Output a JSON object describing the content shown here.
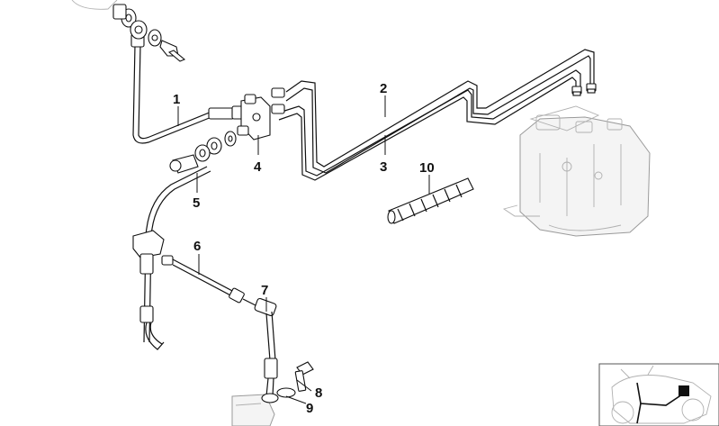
{
  "diagram": {
    "callouts": [
      {
        "id": "1",
        "label": "1"
      },
      {
        "id": "2",
        "label": "2"
      },
      {
        "id": "3",
        "label": "3"
      },
      {
        "id": "4",
        "label": "4"
      },
      {
        "id": "5",
        "label": "5"
      },
      {
        "id": "6",
        "label": "6"
      },
      {
        "id": "7",
        "label": "7"
      },
      {
        "id": "8",
        "label": "8"
      },
      {
        "id": "9",
        "label": "9"
      },
      {
        "id": "10",
        "label": "10"
      }
    ],
    "colors": {
      "line": "#111111",
      "ghost": "#9a9a9a",
      "background": "#ffffff"
    }
  }
}
